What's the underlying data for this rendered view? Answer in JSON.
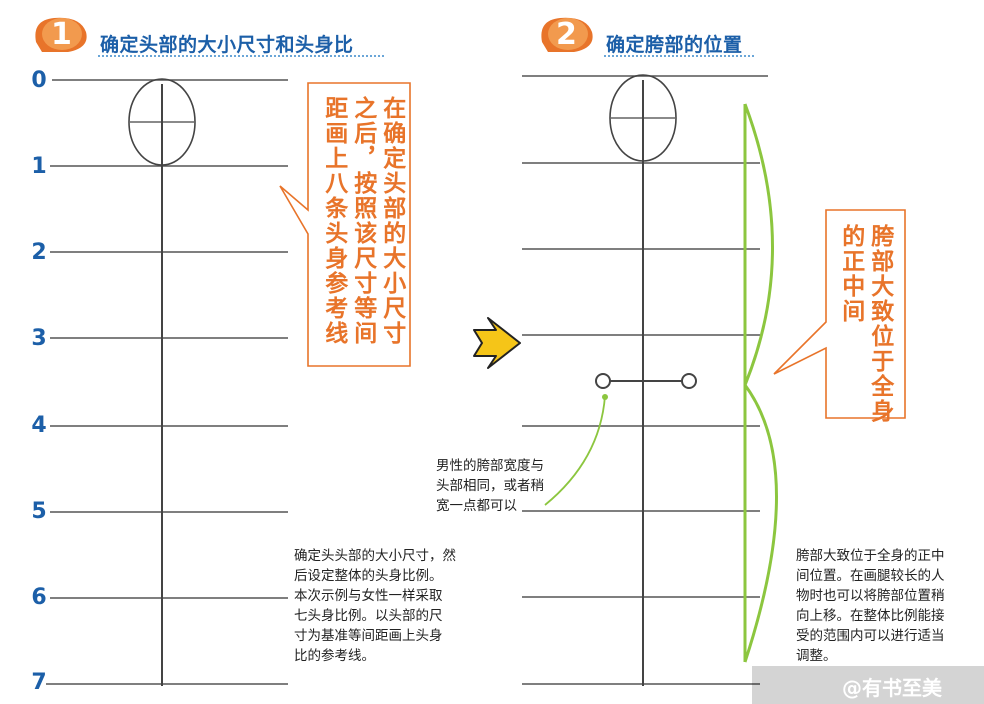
{
  "steps": [
    {
      "number": "1",
      "title": "确定头部的大小尺寸和头身比"
    },
    {
      "number": "2",
      "title": "确定胯部的位置"
    }
  ],
  "scale_numbers": [
    "0",
    "1",
    "2",
    "3",
    "4",
    "5",
    "6",
    "7"
  ],
  "callouts": {
    "left_col1": "在确定头部的大小尺寸",
    "left_col2": "之后，按照该尺寸等间",
    "left_col3": "距画上八条头身参考线",
    "right_col1": "胯部大致位于全身",
    "right_col2": "的正中间"
  },
  "notes": {
    "left": [
      "确定头头部的大小尺寸，然",
      "后设定整体的头身比例。",
      "本次示例与女性一样采取",
      "七头身比例。以头部的尺",
      "寸为基准等间距画上头身",
      "比的参考线。"
    ],
    "middle": [
      "男性的胯部宽度与",
      "头部相同，或者稍",
      "宽一点都可以"
    ],
    "right": [
      "胯部大致位于全身的正中",
      "间位置。在画腿较长的人",
      "物时也可以将胯部位置稍",
      "向上移。在整体比例能接",
      "受的范围内可以进行适当",
      "调整。"
    ]
  },
  "watermark": "@有书至美",
  "colors": {
    "accent_orange": "#e8742a",
    "title_blue": "#1c5fa8",
    "guide_green": "#8cc63f",
    "arrow_yellow": "#f5c518"
  }
}
